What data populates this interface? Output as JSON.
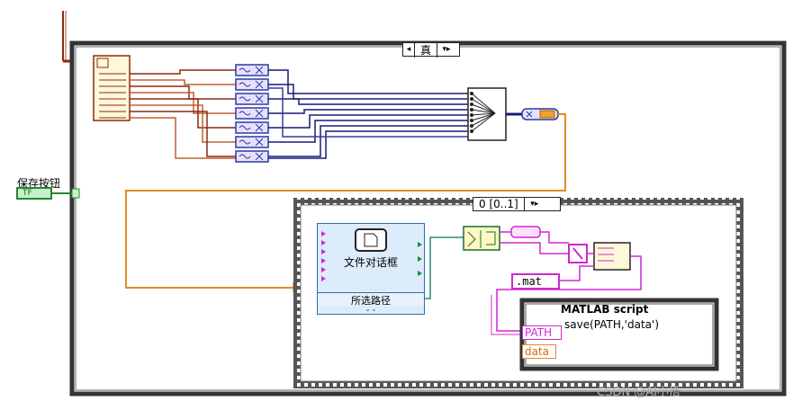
{
  "outer_case": {
    "selector_label": "真",
    "left_arrow": "◂",
    "right_arrow": "▾▸"
  },
  "inner_sequence": {
    "selector_label": "0 [0..1]",
    "right_arrow": "▾▸"
  },
  "save_button": {
    "label": "保存按钮",
    "glyph": "TF"
  },
  "file_dialog": {
    "title": "文件对话框",
    "output_label": "所选路径",
    "chevron": "⌄⌄"
  },
  "mat_constant": {
    "value": ".mat"
  },
  "matlab_script": {
    "title": "MATLAB script",
    "code": "save(PATH,'data')",
    "input_path": "PATH",
    "input_data": "data"
  },
  "watermark": {
    "text": "CSDN @AI小悟"
  },
  "colors": {
    "brown_wire": "#8b2a10",
    "orange_wire": "#e08a2a",
    "navy_wire": "#1a1a7a",
    "pink_wire": "#d226d2",
    "teal_wire": "#2a8a7a",
    "frame": "#333333",
    "dialog_blue": "#2b6fb0"
  }
}
